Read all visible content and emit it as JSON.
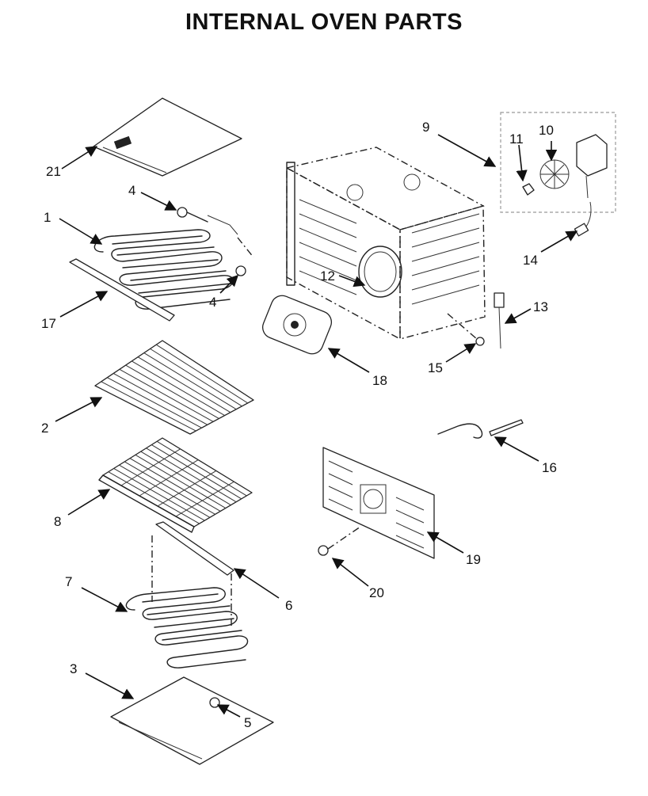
{
  "title": "INTERNAL OVEN PARTS",
  "callouts": [
    {
      "id": "c1",
      "label": "1"
    },
    {
      "id": "c2",
      "label": "2"
    },
    {
      "id": "c3",
      "label": "3"
    },
    {
      "id": "c4a",
      "label": "4"
    },
    {
      "id": "c4b",
      "label": "4"
    },
    {
      "id": "c5",
      "label": "5"
    },
    {
      "id": "c6",
      "label": "6"
    },
    {
      "id": "c7",
      "label": "7"
    },
    {
      "id": "c8",
      "label": "8"
    },
    {
      "id": "c9",
      "label": "9"
    },
    {
      "id": "c10",
      "label": "10"
    },
    {
      "id": "c11",
      "label": "11"
    },
    {
      "id": "c12",
      "label": "12"
    },
    {
      "id": "c13",
      "label": "13"
    },
    {
      "id": "c14",
      "label": "14"
    },
    {
      "id": "c15",
      "label": "15"
    },
    {
      "id": "c16",
      "label": "16"
    },
    {
      "id": "c17",
      "label": "17"
    },
    {
      "id": "c18",
      "label": "18"
    },
    {
      "id": "c19",
      "label": "19"
    },
    {
      "id": "c20",
      "label": "20"
    },
    {
      "id": "c21",
      "label": "21"
    }
  ]
}
